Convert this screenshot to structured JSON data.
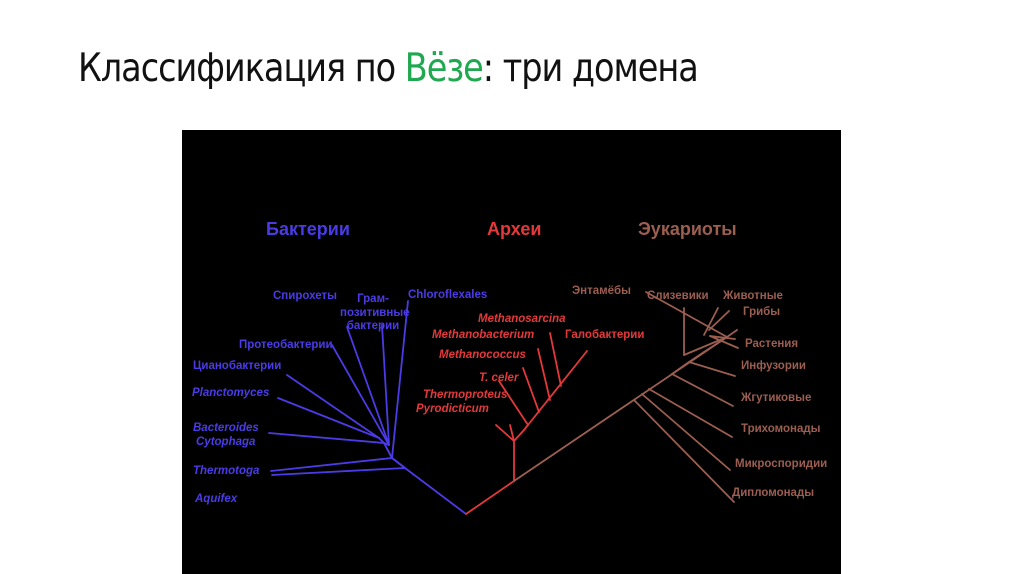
{
  "slide": {
    "title_prefix": "Классификация по ",
    "title_accent": "Вёзе",
    "title_suffix": ": три домена",
    "accent_color": "#1fa84f"
  },
  "diagram": {
    "type": "phylogenetic-tree",
    "background": "#000000",
    "colors": {
      "bacteria": "#4b3be6",
      "archaea": "#e4383a",
      "eukaryotes": "#9b5e50"
    },
    "domains": {
      "bacteria": "Бактерии",
      "archaea": "Археи",
      "eukaryotes": "Эукариоты"
    },
    "bacteria": {
      "spirochetes": "Спирохеты",
      "gram_1": "Грам-",
      "gram_2": "позитивные",
      "gram_3": "бактерии",
      "chloroflexales": "Chloroflexales",
      "proteobacteria": "Протеобактерии",
      "cyanobacteria": "Цианобактерии",
      "planctomyces": "Planctomyces",
      "bacteroides": "Bacteroides",
      "cytophaga": "Cytophaga",
      "thermotoga": "Thermotoga",
      "aquifex": "Aquifex"
    },
    "archaea": {
      "methanosarcina": "Methanosarcina",
      "methanobacterium": "Methanobacterium",
      "halobacteria": "Галобактерии",
      "methanococcus": "Methanococcus",
      "t_celer": "T. celer",
      "thermoproteus": "Thermoproteus",
      "pyrodicticum": "Pyrodicticum"
    },
    "eukaryotes": {
      "entamoebae": "Энтамёбы",
      "slime_molds": "Слизевики",
      "animals": "Животные",
      "fungi": "Грибы",
      "plants": "Растения",
      "ciliates": "Инфузории",
      "flagellates": "Жгутиковые",
      "trichomonads": "Трихомонады",
      "microsporidia": "Микроспоридии",
      "diplomonads": "Дипломонады"
    }
  }
}
